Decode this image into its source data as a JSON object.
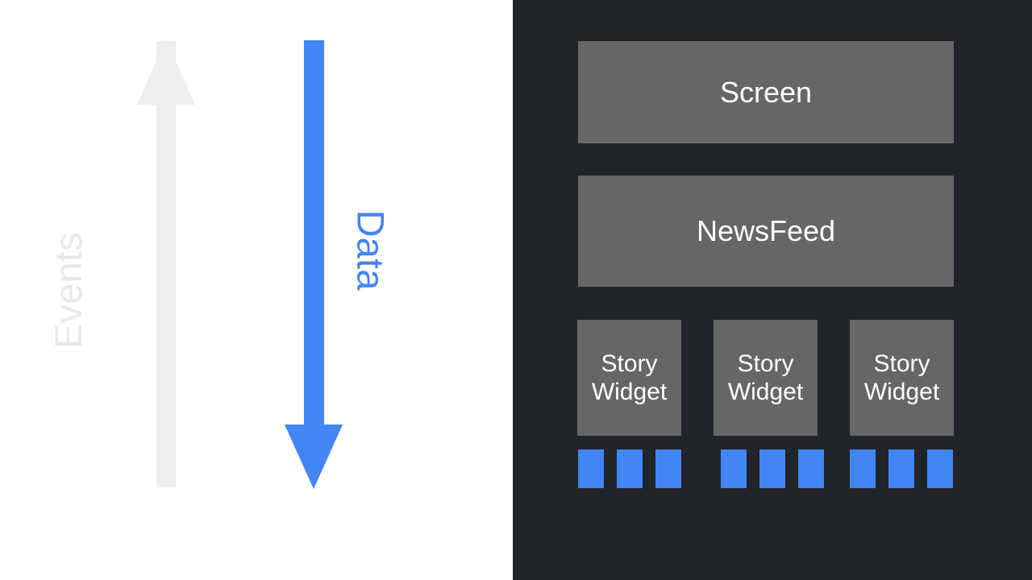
{
  "legend": {
    "arrows": [
      {
        "id": "events",
        "label": "Events",
        "direction": "up",
        "color": "#e9e9e9",
        "orientation": "bottom-to-top"
      },
      {
        "id": "data",
        "label": "Data",
        "direction": "down",
        "color": "#4285f4",
        "orientation": "top-to-bottom"
      }
    ]
  },
  "panel": {
    "background_color": "#212428",
    "box_color": "#666666",
    "accent_color": "#4285f4",
    "blocks": [
      {
        "id": "screen",
        "label": "Screen"
      },
      {
        "id": "newsfeed",
        "label": "NewsFeed"
      }
    ],
    "widgets": [
      {
        "id": "story-widget-1",
        "label": "Story\nWidget",
        "line1": "Story",
        "line2": "Widget"
      },
      {
        "id": "story-widget-2",
        "label": "Story\nWidget",
        "line1": "Story",
        "line2": "Widget"
      },
      {
        "id": "story-widget-3",
        "label": "Story\nWidget",
        "line1": "Story",
        "line2": "Widget"
      }
    ],
    "chip_groups": [
      {
        "id": "chip-group-1",
        "count": 3
      },
      {
        "id": "chip-group-2",
        "count": 3
      },
      {
        "id": "chip-group-3",
        "count": 3
      }
    ]
  }
}
